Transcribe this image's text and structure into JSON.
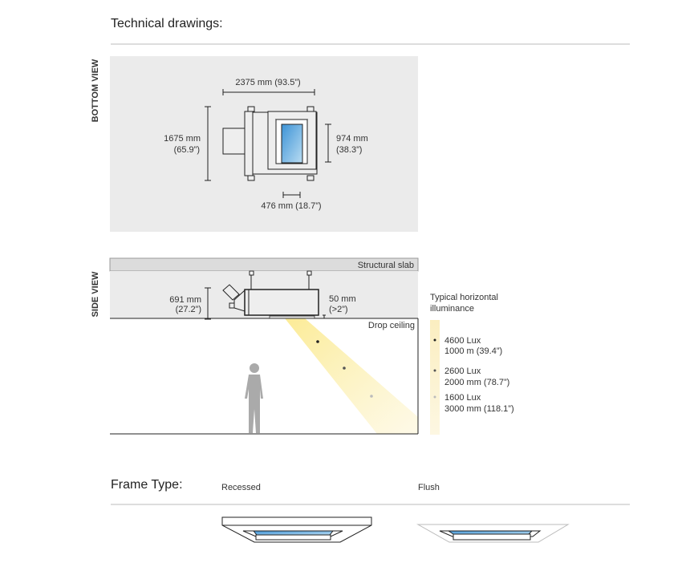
{
  "header": {
    "title": "Technical drawings:"
  },
  "bottom_view": {
    "label": "BOTTOM VIEW",
    "width_dim": "2375 mm (93.5”)",
    "height_dim_mm": "1675 mm",
    "height_dim_in": "(65.9”)",
    "window_dim_mm": "974 mm",
    "window_dim_in": "(38.3”)",
    "offset_dim": "476 mm (18.7”)"
  },
  "side_view": {
    "label": "SIDE VIEW",
    "slab_label": "Structural slab",
    "ceiling_label": "Drop ceiling",
    "height_dim_mm": "691 mm",
    "height_dim_in": "(27.2”)",
    "gap_dim_mm": "50 mm",
    "gap_dim_in": "(>2”)"
  },
  "illuminance": {
    "title_line1": "Typical horizontal",
    "title_line2": "illuminance",
    "items": [
      {
        "lux": "4600 Lux",
        "distance": "1000 m (39.4”)",
        "color": "#222222"
      },
      {
        "lux": "2600 Lux",
        "distance": "2000 mm (78.7”)",
        "color": "#555555"
      },
      {
        "lux": "1600 Lux",
        "distance": "3000 mm (118.1”)",
        "color": "#bbbbbb"
      }
    ]
  },
  "frame_type": {
    "title": "Frame Type:",
    "options": [
      {
        "label": "Recessed"
      },
      {
        "label": "Flush"
      }
    ]
  },
  "colors": {
    "panel": "#ebebeb",
    "slab": "#dcdcdc",
    "beam": "#fdf0b0",
    "glass": "#5aaee0"
  }
}
